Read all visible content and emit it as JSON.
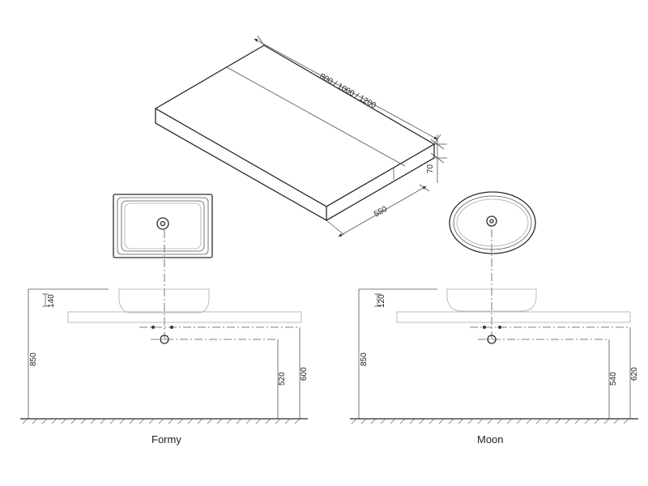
{
  "countertop": {
    "length_label": "800 / 1000 / 1200",
    "depth_label": "550",
    "thickness_label": "70"
  },
  "formy": {
    "caption": "Formy",
    "basin_height_label": "140",
    "total_height_label": "850",
    "drain_height_label": "520",
    "tap_height_label": "600"
  },
  "moon": {
    "caption": "Moon",
    "basin_height_label": "120",
    "total_height_label": "850",
    "drain_height_label": "540",
    "tap_height_label": "620"
  }
}
